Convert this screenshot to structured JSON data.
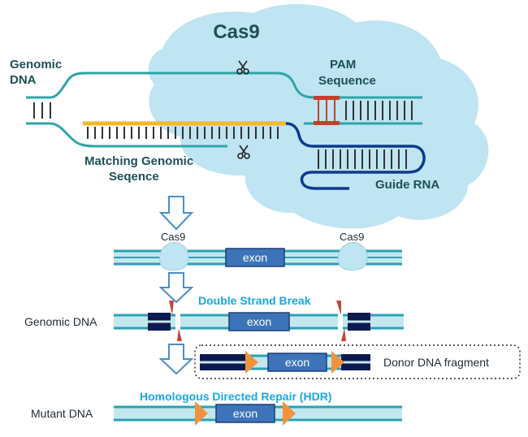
{
  "cas9_complex": {
    "title": "Cas9",
    "genomic_dna_line1": "Genomic",
    "genomic_dna_line2": "DNA",
    "pam_line1": "PAM",
    "pam_line2": "Sequence",
    "matching_line1": "Matching Genomic",
    "matching_line2": "Seqence",
    "guide_rna": "Guide RNA"
  },
  "step_binding": {
    "cas9_left": "Cas9",
    "cas9_right": "Cas9",
    "exon": "exon"
  },
  "step_break": {
    "row_label": "Genomic DNA",
    "title": "Double Strand Break",
    "exon": "exon"
  },
  "step_donor": {
    "exon": "exon",
    "label": "Donor DNA fragment"
  },
  "step_repair": {
    "title": "Homologous Directed Repair (HDR)",
    "row_label": "Mutant DNA",
    "exon": "exon"
  },
  "colors": {
    "cloud": "#bfe4f2",
    "strand_teal": "#2fa5a8",
    "guide_rna": "#0d3a8c",
    "matching_yellow": "#f2b92b",
    "pam_red": "#c2412b",
    "dna_outer": "#2aa2b6",
    "dna_inner": "#c4e7ee",
    "exon_fill": "#3d74b9",
    "homology_navy": "#0d1a4f",
    "arrowhead_orange": "#f0923c",
    "cut_red": "#c6423a",
    "title_blue": "#19a7e3"
  }
}
